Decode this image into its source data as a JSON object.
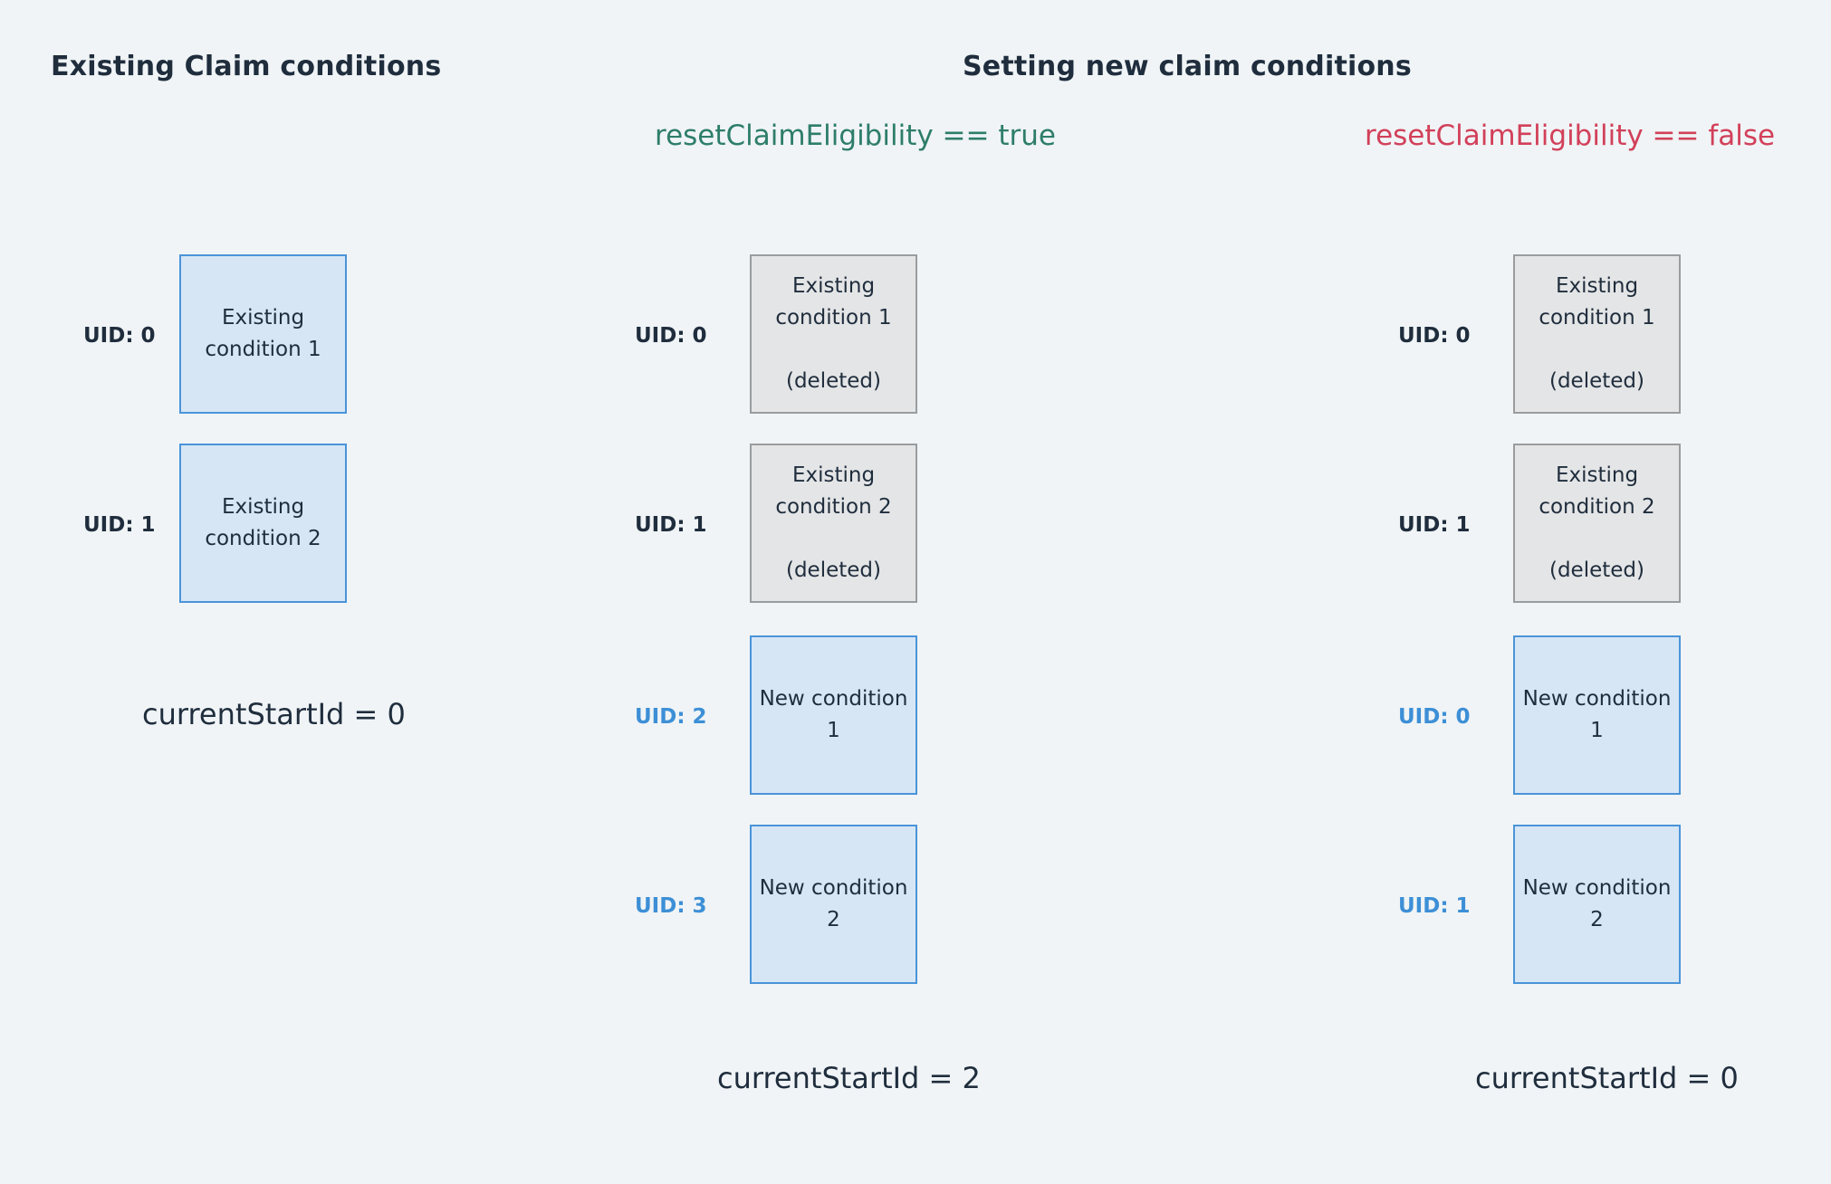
{
  "headings": {
    "existing": "Existing Claim conditions",
    "setting_new": "Setting new claim conditions"
  },
  "subheadings": {
    "reset_true": "resetClaimEligibility == true",
    "reset_false": "resetClaimEligibility == false"
  },
  "colors": {
    "reset_true": "#2e7d6b",
    "reset_false": "#d2405a",
    "blue_box_fill": "#d6e6f5",
    "blue_box_border": "#4a94d9",
    "gray_box_fill": "#e4e5e6",
    "gray_box_border": "#9a9c9e",
    "new_uid_label": "#3d8fd6"
  },
  "existing_column": {
    "rows": [
      {
        "uid": "UID: 0",
        "line1": "Existing",
        "line2": "condition 1"
      },
      {
        "uid": "UID: 1",
        "line1": "Existing",
        "line2": "condition 2"
      }
    ],
    "current_start_id": "currentStartId = 0"
  },
  "reset_true_column": {
    "rows": [
      {
        "uid": "UID: 0",
        "line1": "Existing",
        "line2": "condition 1",
        "note": "(deleted)"
      },
      {
        "uid": "UID: 1",
        "line1": "Existing",
        "line2": "condition 2",
        "note": "(deleted)"
      },
      {
        "uid": "UID: 2",
        "line1": "New condition",
        "line2": "1"
      },
      {
        "uid": "UID: 3",
        "line1": "New condition",
        "line2": "2"
      }
    ],
    "current_start_id": "currentStartId = 2"
  },
  "reset_false_column": {
    "rows": [
      {
        "uid": "UID: 0",
        "line1": "Existing",
        "line2": "condition 1",
        "note": "(deleted)"
      },
      {
        "uid": "UID: 1",
        "line1": "Existing",
        "line2": "condition 2",
        "note": "(deleted)"
      },
      {
        "uid": "UID: 0",
        "line1": "New condition",
        "line2": "1"
      },
      {
        "uid": "UID: 1",
        "line1": "New condition",
        "line2": "2"
      }
    ],
    "current_start_id": "currentStartId = 0"
  }
}
